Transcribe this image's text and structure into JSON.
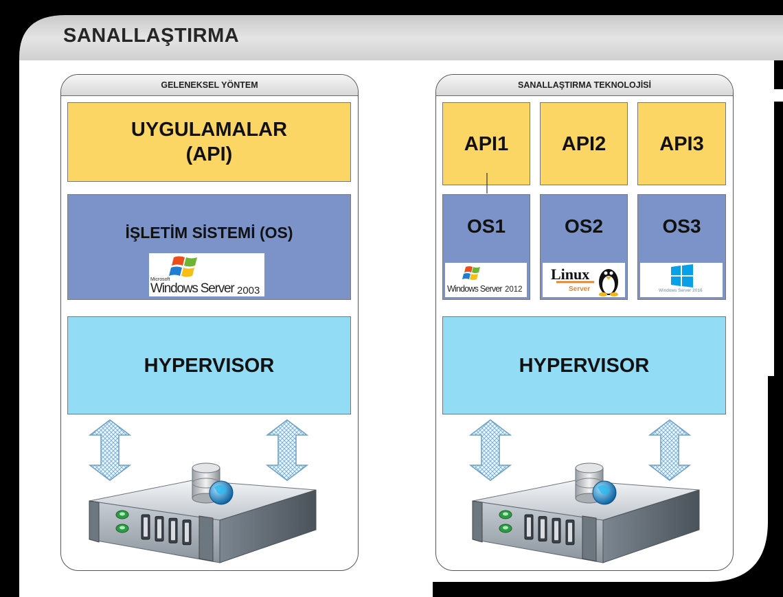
{
  "title": "SANALLAŞTIRMA",
  "left_panel": {
    "header": "GELENEKSEL YÖNTEM",
    "apps_line1": "UYGULAMALAR",
    "apps_line2": "(API)",
    "os_label": "İŞLETİM SİSTEMİ (OS)",
    "logo_small": "Microsoft",
    "logo_main": "Windows Server",
    "logo_year": "2003",
    "hypervisor": "HYPERVISOR"
  },
  "right_panel": {
    "header": "SANALLAŞTIRMA TEKNOLOJİSİ",
    "apis": [
      "API1",
      "API2",
      "API3"
    ],
    "os": [
      "OS1",
      "OS2",
      "OS3"
    ],
    "logo1_main": "Windows Server",
    "logo1_year": "2012",
    "logo2_main": "Linux",
    "logo2_sub": "Server",
    "logo3_text": "Windows Server 2016",
    "hypervisor": "HYPERVISOR"
  }
}
